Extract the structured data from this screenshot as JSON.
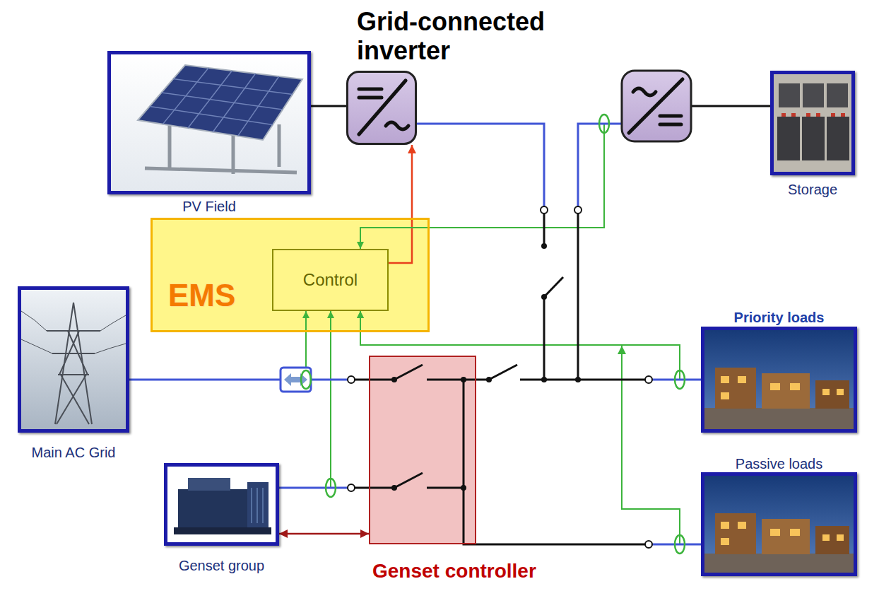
{
  "diagram": {
    "nodes": [
      {
        "text": [
          "Grid-connected inverter"
        ]
      },
      {
        "text": [
          "PV Field"
        ]
      },
      {
        "text": [
          "Storage"
        ]
      },
      {
        "text": [
          "EMS"
        ]
      },
      {
        "text": [
          "Control"
        ],
        "in": 3
      },
      {
        "text": [
          "Main AC Grid"
        ]
      },
      {
        "text": [
          "Priority loads"
        ]
      },
      {
        "text": [
          "Genset controller"
        ]
      },
      {
        "text": [
          "Passive loads"
        ]
      },
      {
        "text": [
          "Genset group"
        ]
      }
    ],
    "edges": [
      {
        "from": 1,
        "to": 0,
        "arrow": "none"
      },
      {
        "from": 4,
        "to": 0,
        "arrow": "to"
      },
      {
        "from": 2,
        "to": 4,
        "arrow": "to"
      },
      {
        "from": 5,
        "to": 4,
        "arrow": "to"
      },
      {
        "from": 9,
        "to": 4,
        "arrow": "to"
      },
      {
        "from": 6,
        "to": 4,
        "arrow": "to"
      },
      {
        "from": 8,
        "to": 4,
        "arrow": "to"
      },
      {
        "from": 9,
        "to": 7,
        "arrow": "both"
      }
    ]
  }
}
